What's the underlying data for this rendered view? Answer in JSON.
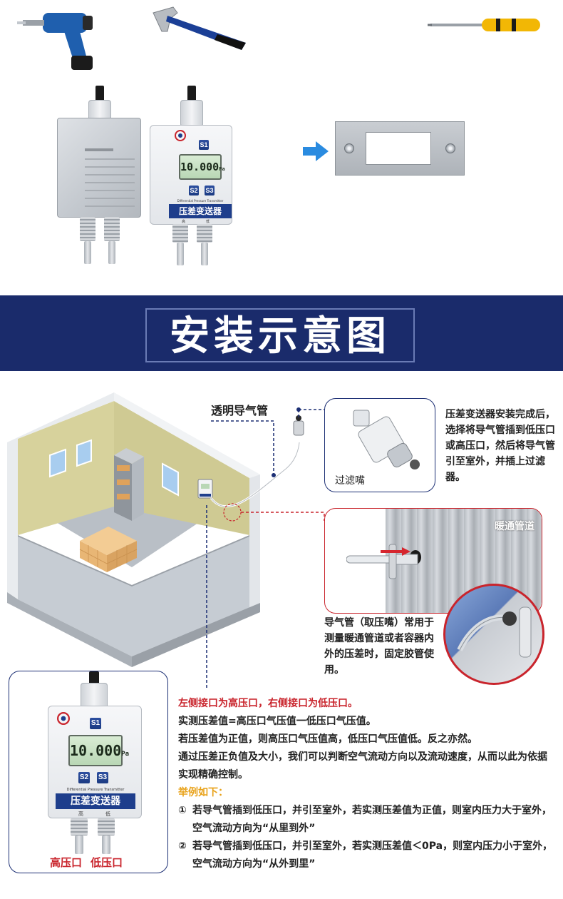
{
  "header_banner": {
    "title": "安装示意图"
  },
  "device": {
    "lcd_value": "10.000",
    "lcd_unit": "Pa",
    "key_s1": "S1",
    "key_s2": "S2",
    "key_s3": "S3",
    "name_cn": "压差变送器",
    "name_en": "Differential Pressure Transmitter",
    "port_high_short": "高",
    "port_low_short": "低"
  },
  "diagram": {
    "tube_label": "透明导气管",
    "filter_caption": "过滤嘴",
    "filter_description": "压差变送器安装完成后，选择将导气管插到低压口或高压口，然后将导气管引至室外，并插上过滤器。",
    "duct_label": "暖通管道",
    "duct_description": "导气管（取压嘴）常用于测量暖通管道或者容器内外的压差时，固定胶管使用。"
  },
  "ports": {
    "high_label": "高压口",
    "low_label": "低压口"
  },
  "explanation": {
    "line1": "左侧接口为高压口，右侧接口为低压口。",
    "line2": "实测压差值=高压口气压值一低压口气压值。",
    "line3": "若压差值为正值，则高压口气压值高，低压口气压值低。反之亦然。",
    "line4": "通过压差正负值及大小，我们可以判断空气流动方向以及流动速度，从而以此为依据实现精确控制。",
    "example_title": "举例如下：",
    "example1_num": "①",
    "example1": "若导气管插到低压口，并引至室外，若实测压差值为正值，则室内压力大于室外，空气流动方向为“从里到外”",
    "example2_num": "②",
    "example2": "若导气管插到低压口，并引至室外，若实测压差值＜0Pa，则室内压力小于室外，空气流动方向为“从外到里”"
  },
  "colors": {
    "banner_bg": "#1a2b6b",
    "accent_red": "#c9242c",
    "accent_orange": "#e8a21a",
    "panel_border_blue": "#1c2f74",
    "nameplate_blue": "#1e3e8c"
  }
}
